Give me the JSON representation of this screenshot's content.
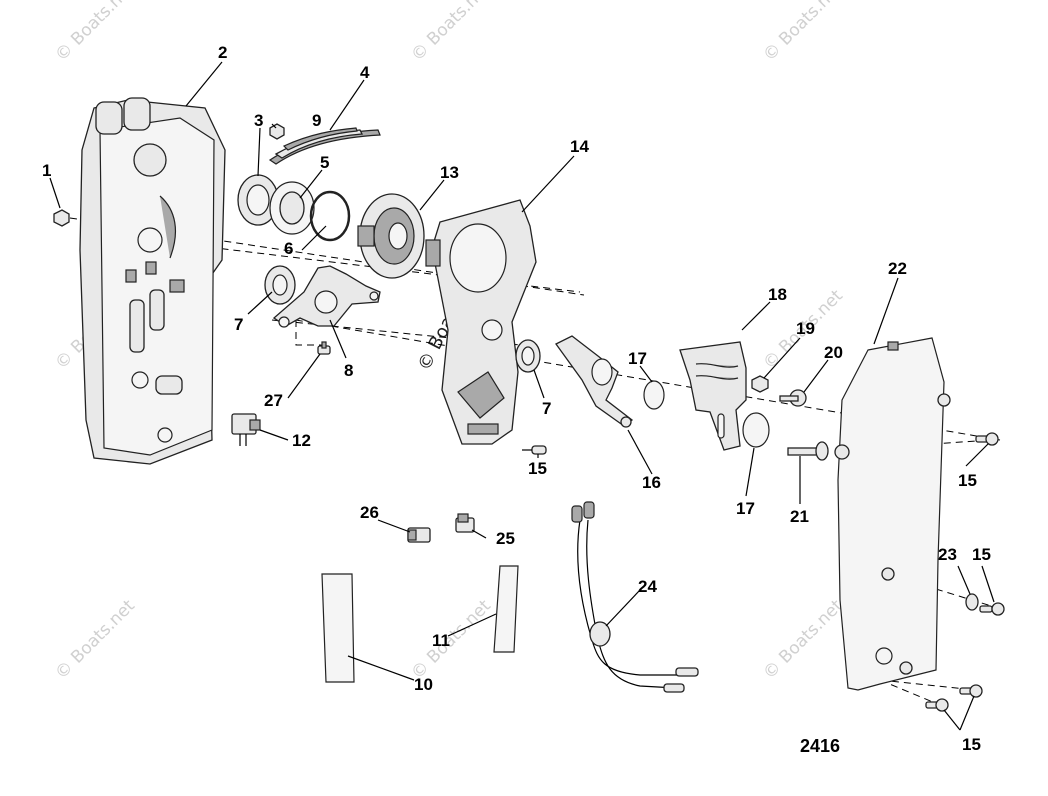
{
  "diagram": {
    "figure_number": "2416",
    "watermark_text": "© Boats.net",
    "callouts": [
      {
        "id": "c1",
        "label": "1"
      },
      {
        "id": "c2",
        "label": "2"
      },
      {
        "id": "c3",
        "label": "3"
      },
      {
        "id": "c4",
        "label": "4"
      },
      {
        "id": "c5",
        "label": "5"
      },
      {
        "id": "c6",
        "label": "6"
      },
      {
        "id": "c7a",
        "label": "7"
      },
      {
        "id": "c7b",
        "label": "7"
      },
      {
        "id": "c8",
        "label": "8"
      },
      {
        "id": "c9",
        "label": "9"
      },
      {
        "id": "c10",
        "label": "10"
      },
      {
        "id": "c11",
        "label": "11"
      },
      {
        "id": "c12",
        "label": "12"
      },
      {
        "id": "c13",
        "label": "13"
      },
      {
        "id": "c14",
        "label": "14"
      },
      {
        "id": "c15a",
        "label": "15"
      },
      {
        "id": "c15b",
        "label": "15"
      },
      {
        "id": "c15c",
        "label": "15"
      },
      {
        "id": "c15d",
        "label": "15"
      },
      {
        "id": "c16",
        "label": "16"
      },
      {
        "id": "c17a",
        "label": "17"
      },
      {
        "id": "c17b",
        "label": "17"
      },
      {
        "id": "c18",
        "label": "18"
      },
      {
        "id": "c19",
        "label": "19"
      },
      {
        "id": "c20",
        "label": "20"
      },
      {
        "id": "c21",
        "label": "21"
      },
      {
        "id": "c22",
        "label": "22"
      },
      {
        "id": "c23",
        "label": "23"
      },
      {
        "id": "c24",
        "label": "24"
      },
      {
        "id": "c25",
        "label": "25"
      },
      {
        "id": "c26",
        "label": "26"
      },
      {
        "id": "c27",
        "label": "27"
      }
    ]
  }
}
